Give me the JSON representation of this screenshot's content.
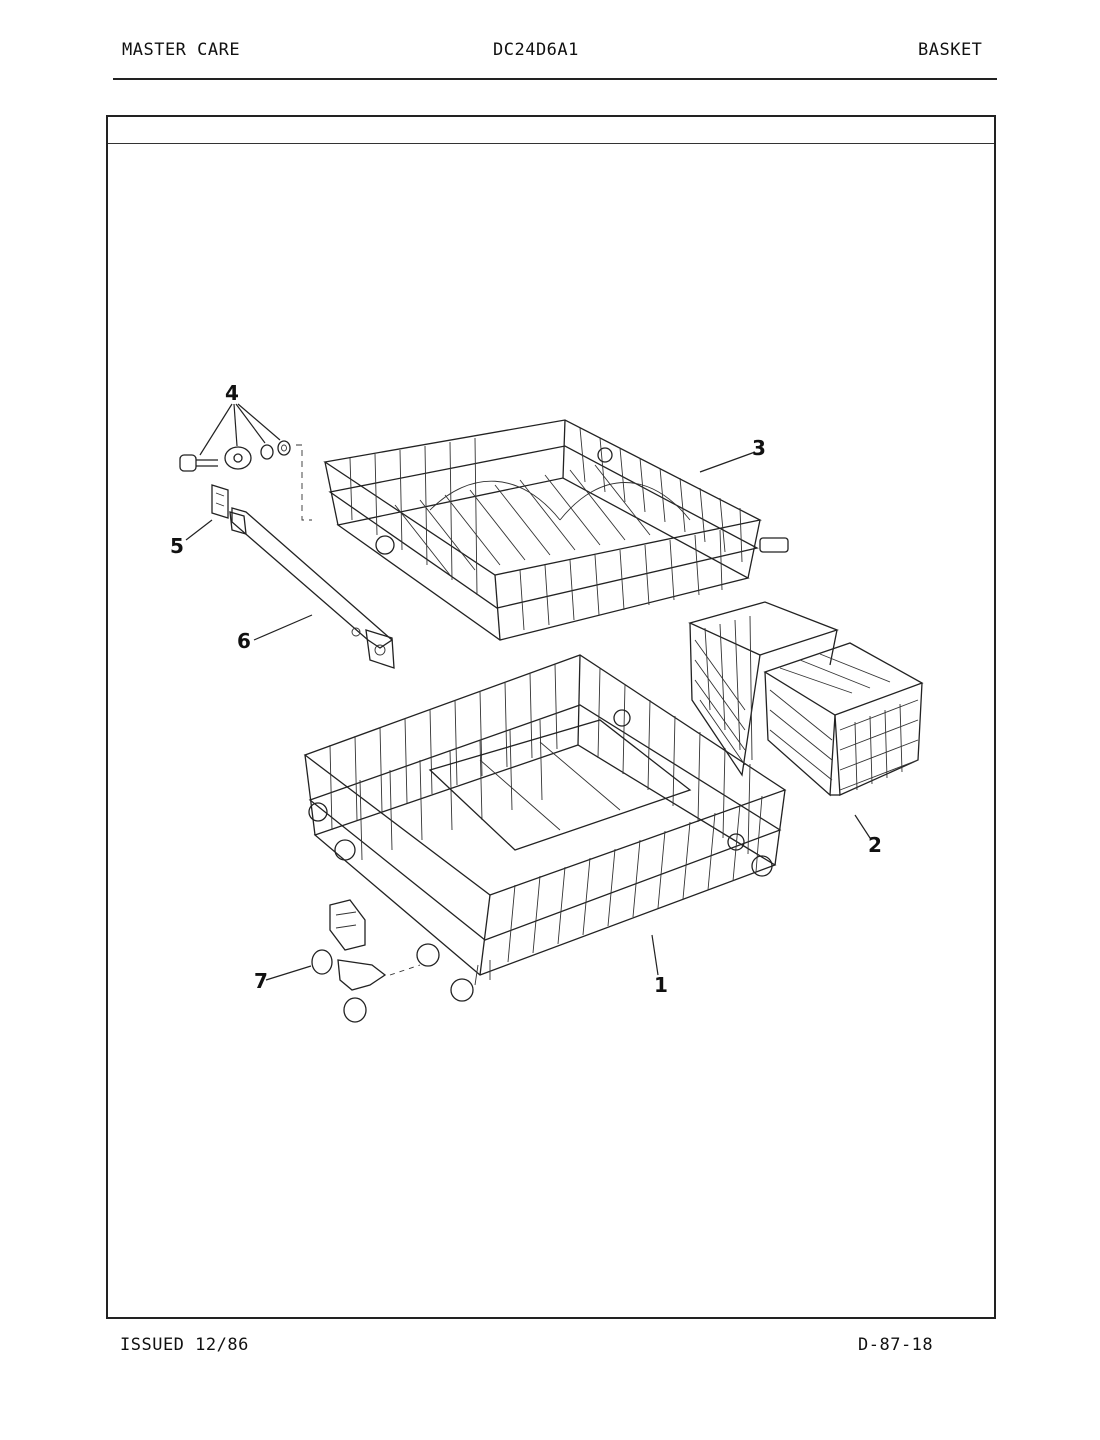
{
  "header": {
    "brand": "MASTER CARE",
    "model": "DC24D6A1",
    "section": "BASKET"
  },
  "footer": {
    "issued": "ISSUED 12/86",
    "page_code": "D-87-18"
  },
  "diagram": {
    "callouts": {
      "part1": "1",
      "part2": "2",
      "part3": "3",
      "part4": "4",
      "part5": "5",
      "part6": "6",
      "part7": "7"
    }
  }
}
